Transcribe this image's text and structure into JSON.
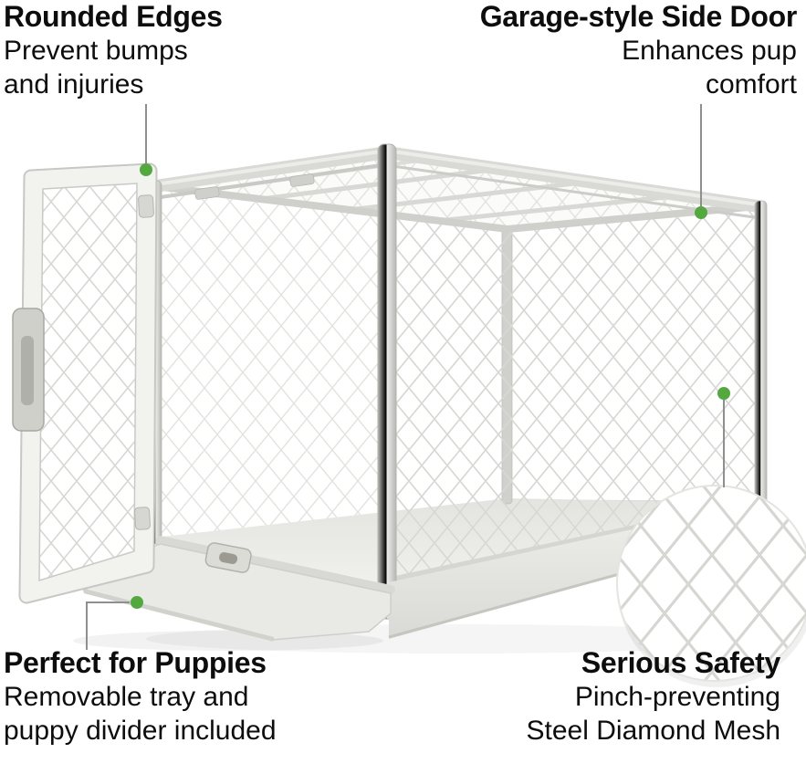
{
  "callouts": {
    "rounded_edges": {
      "title": "Rounded Edges",
      "line1": "Prevent bumps",
      "line2": "and injuries"
    },
    "side_door": {
      "title": "Garage-style Side Door",
      "line1": "Enhances pup",
      "line2": "comfort"
    },
    "puppies": {
      "title": "Perfect for Puppies",
      "line1": "Removable tray and",
      "line2": "puppy divider included"
    },
    "safety": {
      "title": "Serious Safety",
      "line1": "Pinch-preventing",
      "line2": "Steel Diamond Mesh"
    }
  },
  "markers": {
    "shape": "green-dot",
    "count": 4,
    "color": "#53a93f"
  },
  "colors": {
    "background": "#ffffff",
    "text": "#0d0d0d",
    "leader_line": "#8f8f8f",
    "marker_green": "#53a93f",
    "crate_frame": "#d8d8d4",
    "mesh_line": "#d7d7d3",
    "base": "#e8e8e4"
  }
}
